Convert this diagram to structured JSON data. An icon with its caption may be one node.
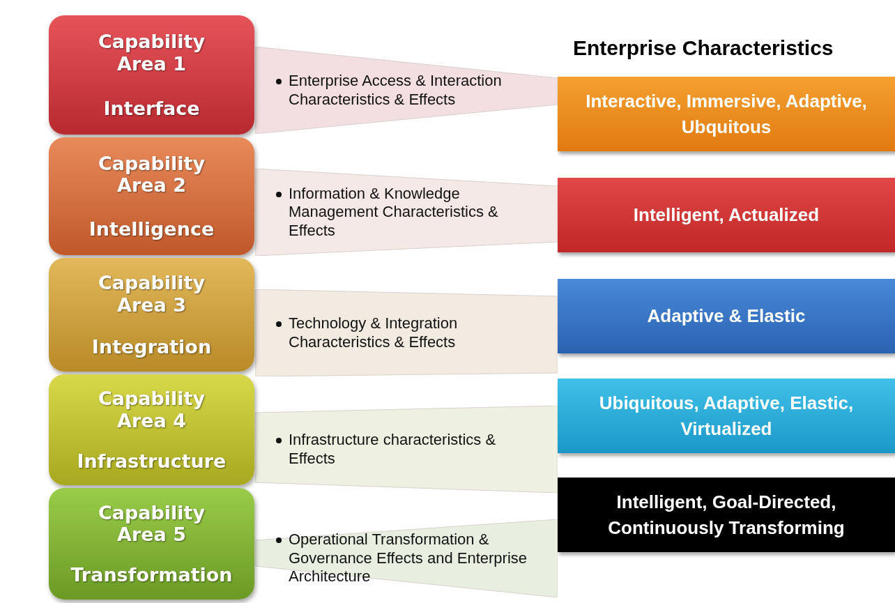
{
  "diagram": {
    "title": "Enterprise Characteristics",
    "nodes": [
      {
        "text": [
          "Capability Area 1",
          "Interface"
        ]
      },
      {
        "text": [
          "Enterprise Access & Interaction Characteristics & Effects"
        ]
      },
      {
        "text": [
          "Interactive, Immersive, Adaptive, Ubquitous"
        ]
      },
      {
        "text": [
          "Capability Area 2",
          "Intelligence"
        ]
      },
      {
        "text": [
          "Information & Knowledge Management Characteristics & Effects"
        ]
      },
      {
        "text": [
          "Intelligent, Actualized"
        ]
      },
      {
        "text": [
          "Capability Area 3",
          "Integration"
        ]
      },
      {
        "text": [
          "Technology & Integration Characteristics & Effects"
        ]
      },
      {
        "text": [
          "Adaptive & Elastic"
        ]
      },
      {
        "text": [
          "Capability Area 4",
          "Infrastructure"
        ]
      },
      {
        "text": [
          "Infrastructure characteristics & Effects"
        ]
      },
      {
        "text": [
          "Ubiquitous, Adaptive, Elastic, Virtualized"
        ]
      },
      {
        "text": [
          "Capability Area 5",
          "Transformation"
        ]
      },
      {
        "text": [
          "Operational Transformation & Governance Effects and Enterprise Architecture"
        ]
      },
      {
        "text": [
          "Intelligent, Goal-Directed, Continuously Transforming"
        ]
      }
    ]
  }
}
